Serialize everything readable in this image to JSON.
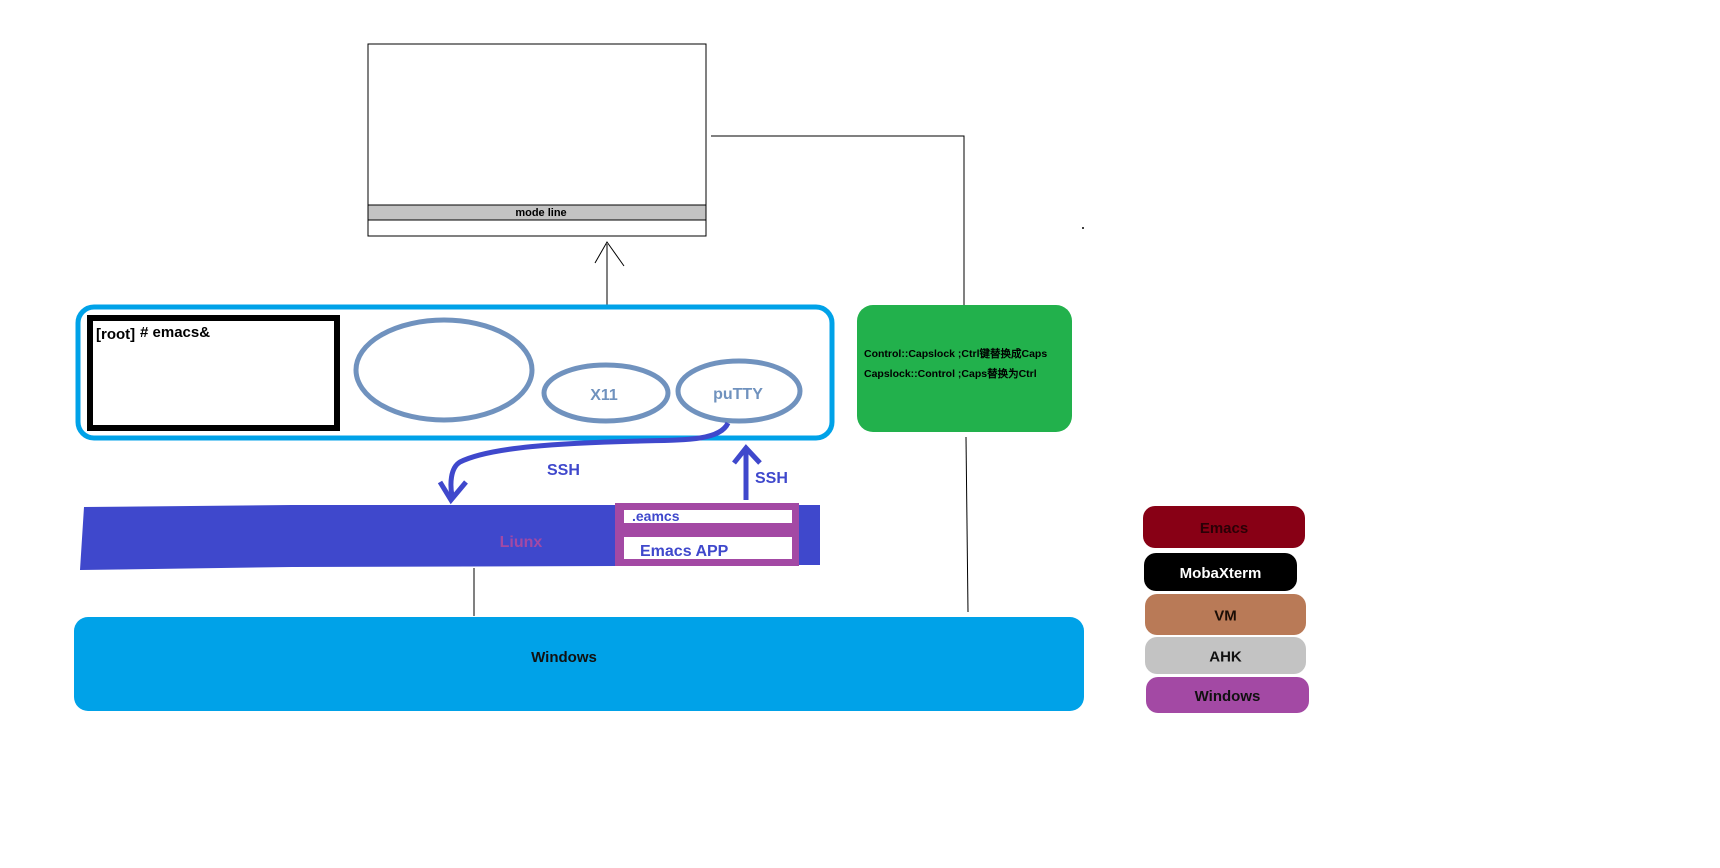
{
  "emacs_frame": {
    "mode_line": "mode line"
  },
  "terminal": {
    "prompt_root": "[root]",
    "prompt_cmd": "# emacs&"
  },
  "mobaxterm_bar": {
    "x11_label": "X11",
    "putty_label": "puTTY"
  },
  "connections": {
    "ssh_left": "SSH",
    "ssh_right": "SSH"
  },
  "linux_bar": {
    "label": "Liunx",
    "eamcs_label": ".eamcs",
    "emacs_app_label": "Emacs APP"
  },
  "windows_bar": {
    "label": "Windows"
  },
  "ahk_box": {
    "line1": "Control::Capslock ;Ctrl键替换成Caps",
    "line2": "Capslock::Control ;Caps替换为Ctrl"
  },
  "legend": {
    "items": [
      {
        "label": "Emacs",
        "color": "#880015",
        "text_color": "#2b0006"
      },
      {
        "label": "MobaXterm",
        "color": "#000000",
        "text_color": "#ffffff"
      },
      {
        "label": "VM",
        "color": "#b97a57",
        "text_color": "#1a0d05"
      },
      {
        "label": "AHK",
        "color": "#c3c3c3",
        "text_color": "#111111"
      },
      {
        "label": "Windows",
        "color": "#a349a4",
        "text_color": "#111111"
      }
    ]
  },
  "colors": {
    "mobaxterm_border": "#00a2e8",
    "ellipse_stroke": "#7092be",
    "linux_fill": "#3f48cc",
    "app_border": "#a349a4",
    "windows_fill": "#00a2e8",
    "ahk_fill": "#22b14c",
    "mode_line_fill": "#c3c3c3"
  }
}
